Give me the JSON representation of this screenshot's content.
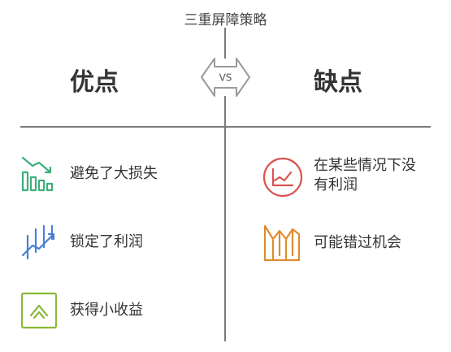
{
  "title": "三重屏障策略",
  "vs_label": "VS",
  "left": {
    "heading": "优点",
    "items": [
      {
        "label": "避免了大损失",
        "icon": "falling-bar-chart-icon",
        "color": "#3daf7a"
      },
      {
        "label": "锁定了利润",
        "icon": "rising-trend-icon",
        "color": "#4a7ed6"
      },
      {
        "label": "获得小收益",
        "icon": "chevron-up-icon",
        "color": "#8ab93a"
      }
    ]
  },
  "right": {
    "heading": "缺点",
    "items": [
      {
        "label_line1": "在某些情况下没",
        "label_line2": "有利润",
        "icon": "line-chart-circle-icon",
        "color": "#d9534f"
      },
      {
        "label": "可能错过机会",
        "icon": "broken-bars-icon",
        "color": "#e08a2e"
      }
    ]
  },
  "colors": {
    "divider": "#7a7a7a",
    "vs_shape": "#9a9a9a"
  }
}
